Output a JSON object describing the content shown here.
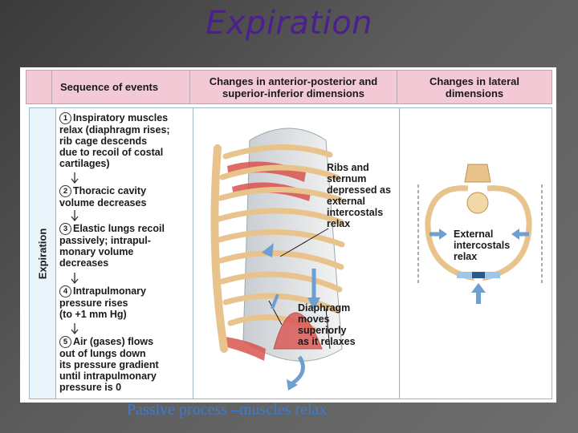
{
  "slide": {
    "title": "Expiration"
  },
  "table": {
    "headers": [
      "Sequence of events",
      "Changes in anterior-posterior and superior-inferior dimensions",
      "Changes in lateral dimensions"
    ],
    "row_label": "Expiration",
    "steps": [
      {
        "num": "1",
        "text": "Inspiratory muscles\nrelax (diaphragm rises;\nrib cage descends\ndue to recoil of costal\ncartilages)"
      },
      {
        "num": "2",
        "text": "Thoracic cavity\nvolume decreases"
      },
      {
        "num": "3",
        "text": "Elastic lungs recoil\npassively; intrapul-\nmonary volume\ndecreases"
      },
      {
        "num": "4",
        "text": "Intrapulmonary\npressure rises\n(to +1 mm Hg)"
      },
      {
        "num": "5",
        "text": "Air (gases) flows\nout of lungs down\nits pressure gradient\nuntil intrapulmonary\npressure is 0"
      }
    ],
    "annotations": {
      "ribs": "Ribs and\nsternum\ndepressed as\nexternal\nintercostals\nrelax",
      "diaphragm": "Diaphragm\nmoves\nsuperiorly\nas it relaxes",
      "lateral": "External\nintercostals\nrelax"
    }
  },
  "caption": "Passive process –muscles relax",
  "colors": {
    "title": "#4b1f8f",
    "header_bg": "#f2c9d4",
    "body_bg": "#eaf4fb",
    "caption": "#3a7bd5",
    "arrow": "#6d9fd1",
    "bone": "#e8c48c",
    "muscle": "#d9534f"
  }
}
